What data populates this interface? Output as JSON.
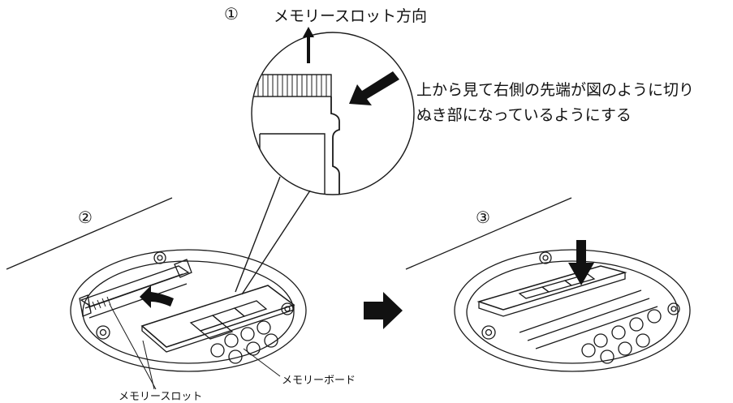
{
  "steps": {
    "one": "①",
    "two": "②",
    "three": "③"
  },
  "labels": {
    "slot_direction": "メモリースロット方向",
    "callout_line1": "上から見て右側の先端が図のように切り",
    "callout_line2": "ぬき部になっているようにする",
    "memory_board": "メモリーボード",
    "memory_slot": "メモリースロット"
  },
  "colors": {
    "line": "#1a1a1a",
    "arrow": "#111111",
    "background": "#ffffff"
  }
}
